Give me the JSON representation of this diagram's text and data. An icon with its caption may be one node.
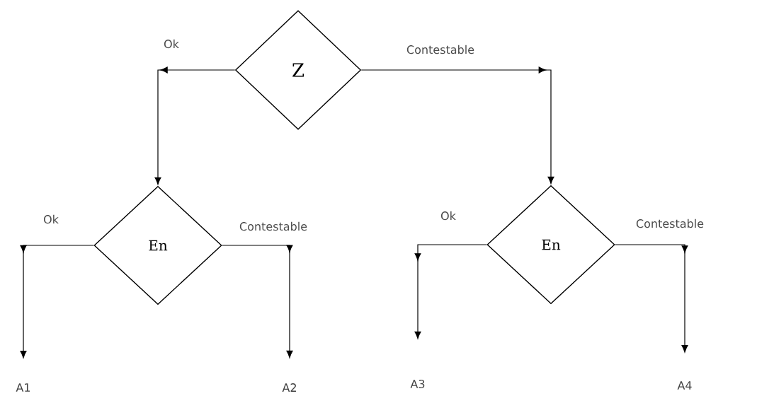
{
  "diagram": {
    "nodes": [
      {
        "text": [
          "Z"
        ]
      },
      {
        "text": [
          "En"
        ]
      },
      {
        "text": [
          "En"
        ]
      },
      {
        "text": [
          "A1"
        ]
      },
      {
        "text": [
          "A2"
        ]
      },
      {
        "text": [
          "A3"
        ]
      },
      {
        "text": [
          "A4"
        ]
      }
    ],
    "edges": [
      {
        "from": 0,
        "to": 1,
        "arrow": "to",
        "label": "Ok"
      },
      {
        "from": 0,
        "to": 2,
        "arrow": "to",
        "label": "Contestable"
      },
      {
        "from": 1,
        "to": 3,
        "arrow": "to",
        "label": "Ok"
      },
      {
        "from": 1,
        "to": 4,
        "arrow": "to",
        "label": "Contestable"
      },
      {
        "from": 2,
        "to": 5,
        "arrow": "to",
        "label": "Ok"
      },
      {
        "from": 2,
        "to": 6,
        "arrow": "to",
        "label": "Contestable"
      }
    ]
  }
}
